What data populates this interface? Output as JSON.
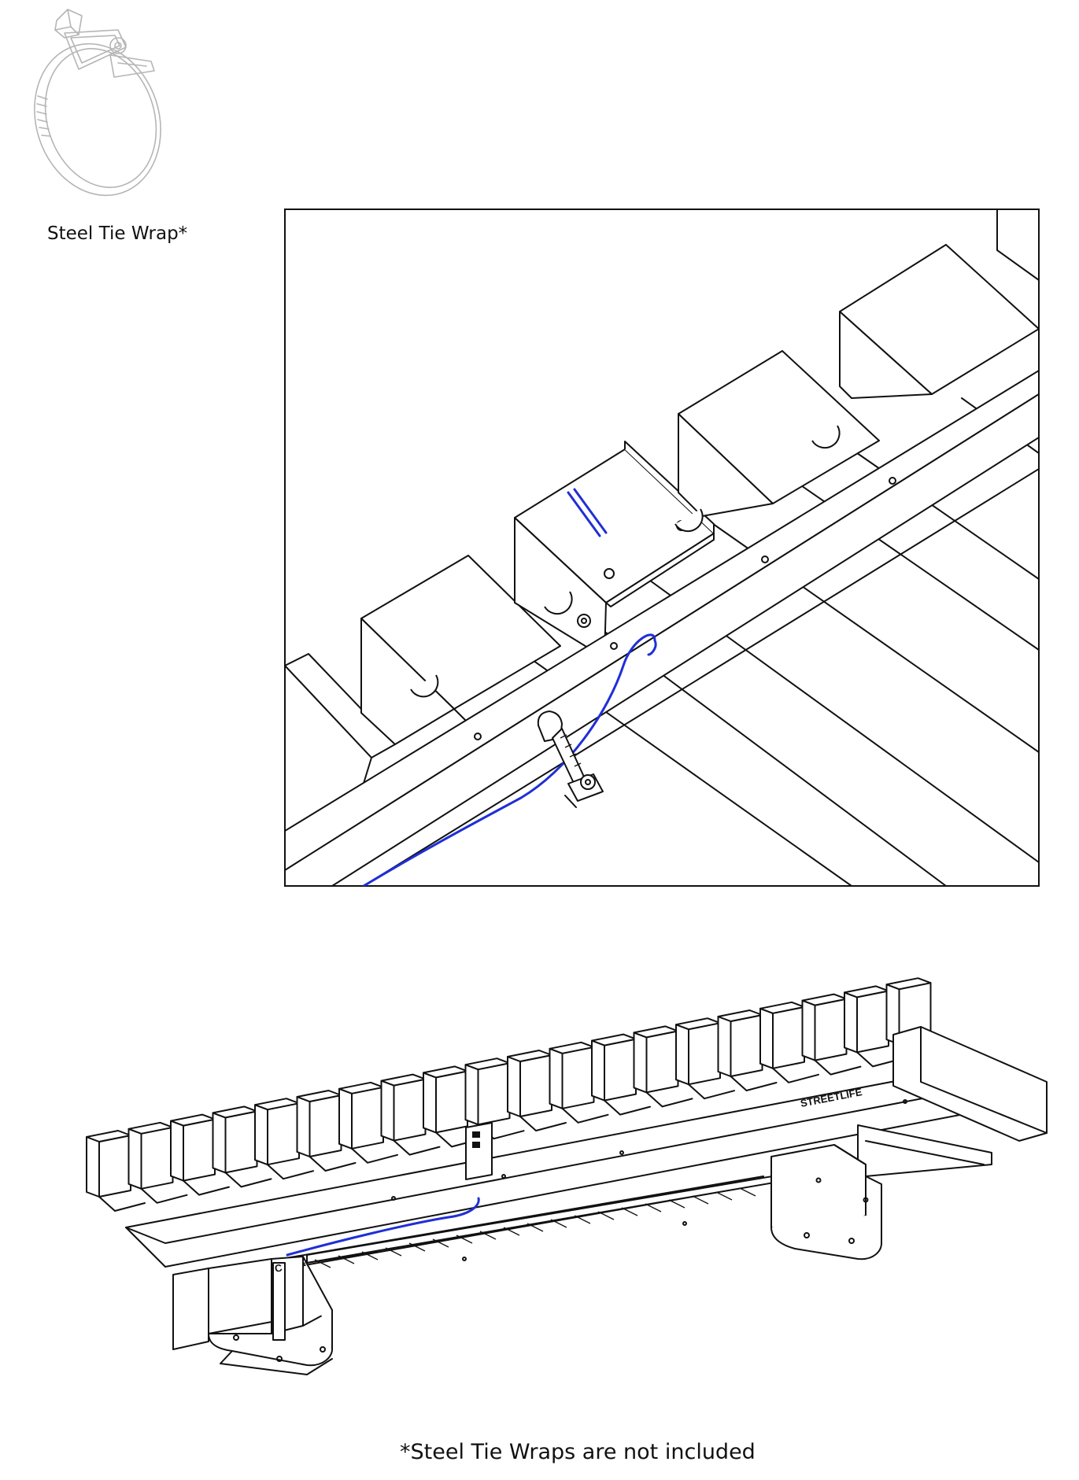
{
  "clamp_caption": "Steel Tie Wrap*",
  "footnote": "*Steel Tie Wraps are not included",
  "bench_brand_label": "STREETLIFE",
  "colors": {
    "cable": "#1f2fd6",
    "line": "#111111",
    "clamp_outline": "#b5b5b5"
  },
  "icons": [
    "steel-tie-wrap-icon",
    "cable-clamp-detail",
    "bench-underside-view"
  ]
}
